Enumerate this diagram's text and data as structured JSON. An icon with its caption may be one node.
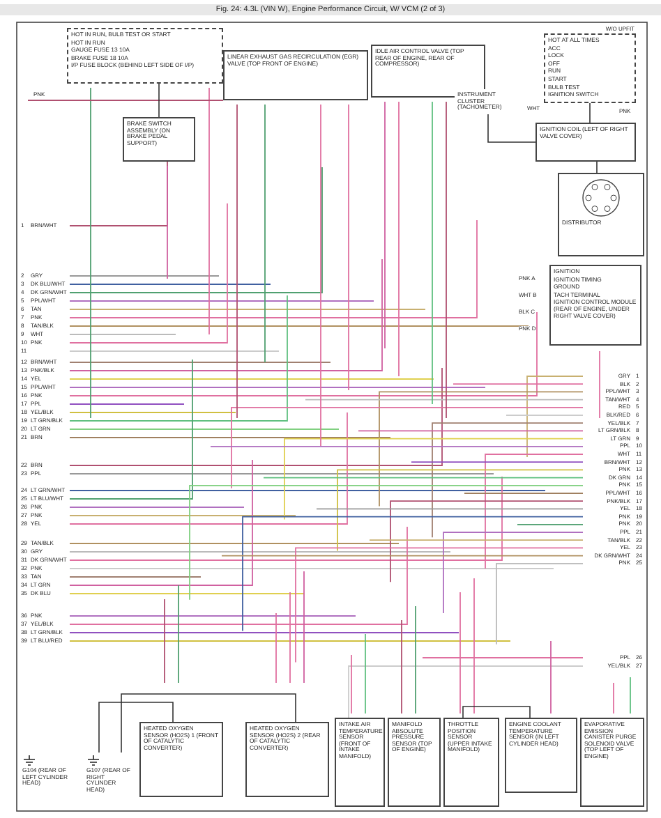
{
  "diagram": {
    "title": "Fig. 24: 4.3L (VIN W), Engine Performance Circuit, W/ VCM (2 of 3)",
    "nodes": [
      {
        "text": [
          "HOT IN RUN, BULB TEST OR START",
          "HOT IN RUN",
          "GAUGE FUSE 13 10A",
          "BRAKE FUSE 18 10A",
          "I/P FUSE BLOCK (BEHIND LEFT SIDE OF I/P)"
        ]
      },
      {
        "text": [
          "BRAKE SWITCH ASSEMBLY (ON BRAKE PEDAL SUPPORT)"
        ]
      },
      {
        "text": [
          "LINEAR EXHAUST GAS RECIRCULATION (EGR) VALVE (TOP FRONT OF ENGINE)"
        ]
      },
      {
        "text": [
          "IDLE AIR CONTROL VALVE (TOP REAR OF ENGINE, REAR OF COMPRESSOR)"
        ]
      },
      {
        "text": [
          "INSTRUMENT CLUSTER (TACHOMETER)"
        ]
      },
      {
        "text": [
          "HOT AT ALL TIMES",
          "ACC",
          "LOCK",
          "OFF",
          "RUN",
          "START",
          "BULB TEST",
          "IGNITION SWITCH"
        ],
        "beside": [
          "W/O UPFIT"
        ]
      },
      {
        "text": [
          "IGNITION COIL (LEFT OF RIGHT VALVE COVER)"
        ]
      },
      {
        "text": [
          "DISTRIBUTOR"
        ]
      },
      {
        "text": [
          "IGNITION",
          "IGNITION TIMING",
          "GROUND",
          "TACH TERMINAL",
          "IGNITION CONTROL MODULE (REAR OF ENGINE, UNDER RIGHT VALVE COVER)"
        ]
      },
      {
        "text": [
          "G104 (REAR OF LEFT CYLINDER HEAD)"
        ]
      },
      {
        "text": [
          "G107 (REAR OF RIGHT CYLINDER HEAD)"
        ]
      },
      {
        "text": [
          "HEATED OXYGEN SENSOR (HO2S) 1 (FRONT OF CATALYTIC CONVERTER)"
        ]
      },
      {
        "text": [
          "HEATED OXYGEN SENSOR (HO2S) 2 (REAR OF CATALYTIC CONVERTER)"
        ]
      },
      {
        "text": [
          "INTAKE AIR TEMPERATURE SENSOR (FRONT OF INTAKE MANIFOLD)"
        ]
      },
      {
        "text": [
          "MANIFOLD ABSOLUTE PRESSURE SENSOR (TOP OF ENGINE)"
        ]
      },
      {
        "text": [
          "THROTTLE POSITION SENSOR (UPPER INTAKE MANIFOLD)"
        ]
      },
      {
        "text": [
          "ENGINE COOLANT TEMPERATURE SENSOR (IN LEFT CYLINDER HEAD)"
        ]
      },
      {
        "text": [
          "EVAPORATIVE EMISSION CANISTER PURGE SOLENOID VALVE (TOP LEFT OF ENGINE)"
        ]
      }
    ],
    "edges": [
      {
        "from": 0,
        "to": 1,
        "arrow": "none"
      },
      {
        "from": 5,
        "to": 6,
        "arrow": "none"
      },
      {
        "from": 6,
        "to": 4,
        "arrow": "none"
      },
      {
        "from": 6,
        "to": 7,
        "arrow": "none"
      },
      {
        "from": 11,
        "to": 10,
        "arrow": "none"
      },
      {
        "from": 12,
        "to": 10,
        "arrow": "none"
      },
      {
        "from": 15,
        "to": 16,
        "arrow": "none"
      }
    ],
    "labels": [
      "PNK",
      "PNK A",
      "WHT B",
      "BLK C",
      "PNK D",
      "WHT",
      "PNK",
      "1",
      "BRN/WHT",
      "2",
      "GRY",
      "3",
      "DK BLU/WHT",
      "4",
      "DK GRN/WHT",
      "5",
      "PPL/WHT",
      "6",
      "TAN",
      "7",
      "PNK",
      "8",
      "TAN/BLK",
      "9",
      "WHT",
      "10",
      "PNK",
      "11",
      "12",
      "BRN/WHT",
      "13",
      "PNK/BLK",
      "14",
      "YEL",
      "15",
      "PPL/WHT",
      "16",
      "PNK",
      "17",
      "PPL",
      "18",
      "YEL/BLK",
      "19",
      "LT GRN/BLK",
      "20",
      "LT GRN",
      "21",
      "BRN",
      "22",
      "BRN",
      "23",
      "PPL",
      "24",
      "LT GRN/WHT",
      "25",
      "LT BLU/WHT",
      "26",
      "PNK",
      "27",
      "PNK",
      "28",
      "YEL",
      "29",
      "TAN/BLK",
      "30",
      "GRY",
      "31",
      "DK GRN/WHT",
      "32",
      "PNK",
      "33",
      "TAN",
      "34",
      "LT GRN",
      "35",
      "DK BLU",
      "36",
      "PNK",
      "37",
      "YEL/BLK",
      "38",
      "LT GRN/BLK",
      "39",
      "LT BLU/RED",
      "GRY",
      "1",
      "BLK",
      "2",
      "PPL/WHT",
      "3",
      "TAN/WHT",
      "4",
      "RED",
      "5",
      "BLK/RED",
      "6",
      "YEL/BLK",
      "7",
      "LT GRN/BLK",
      "8",
      "LT GRN",
      "9",
      "PPL",
      "10",
      "WHT",
      "11",
      "BRN/WHT",
      "12",
      "PNK",
      "13",
      "DK GRN",
      "14",
      "PNK",
      "15",
      "PPL/WHT",
      "16",
      "PNK/BLK",
      "17",
      "YEL",
      "18",
      "PNK",
      "19",
      "PNK",
      "20",
      "PPL",
      "21",
      "TAN/BLK",
      "22",
      "YEL",
      "23",
      "DK GRN/WHT",
      "24",
      "PNK",
      "25",
      "PPL",
      "26",
      "YEL/BLK",
      "27"
    ]
  }
}
